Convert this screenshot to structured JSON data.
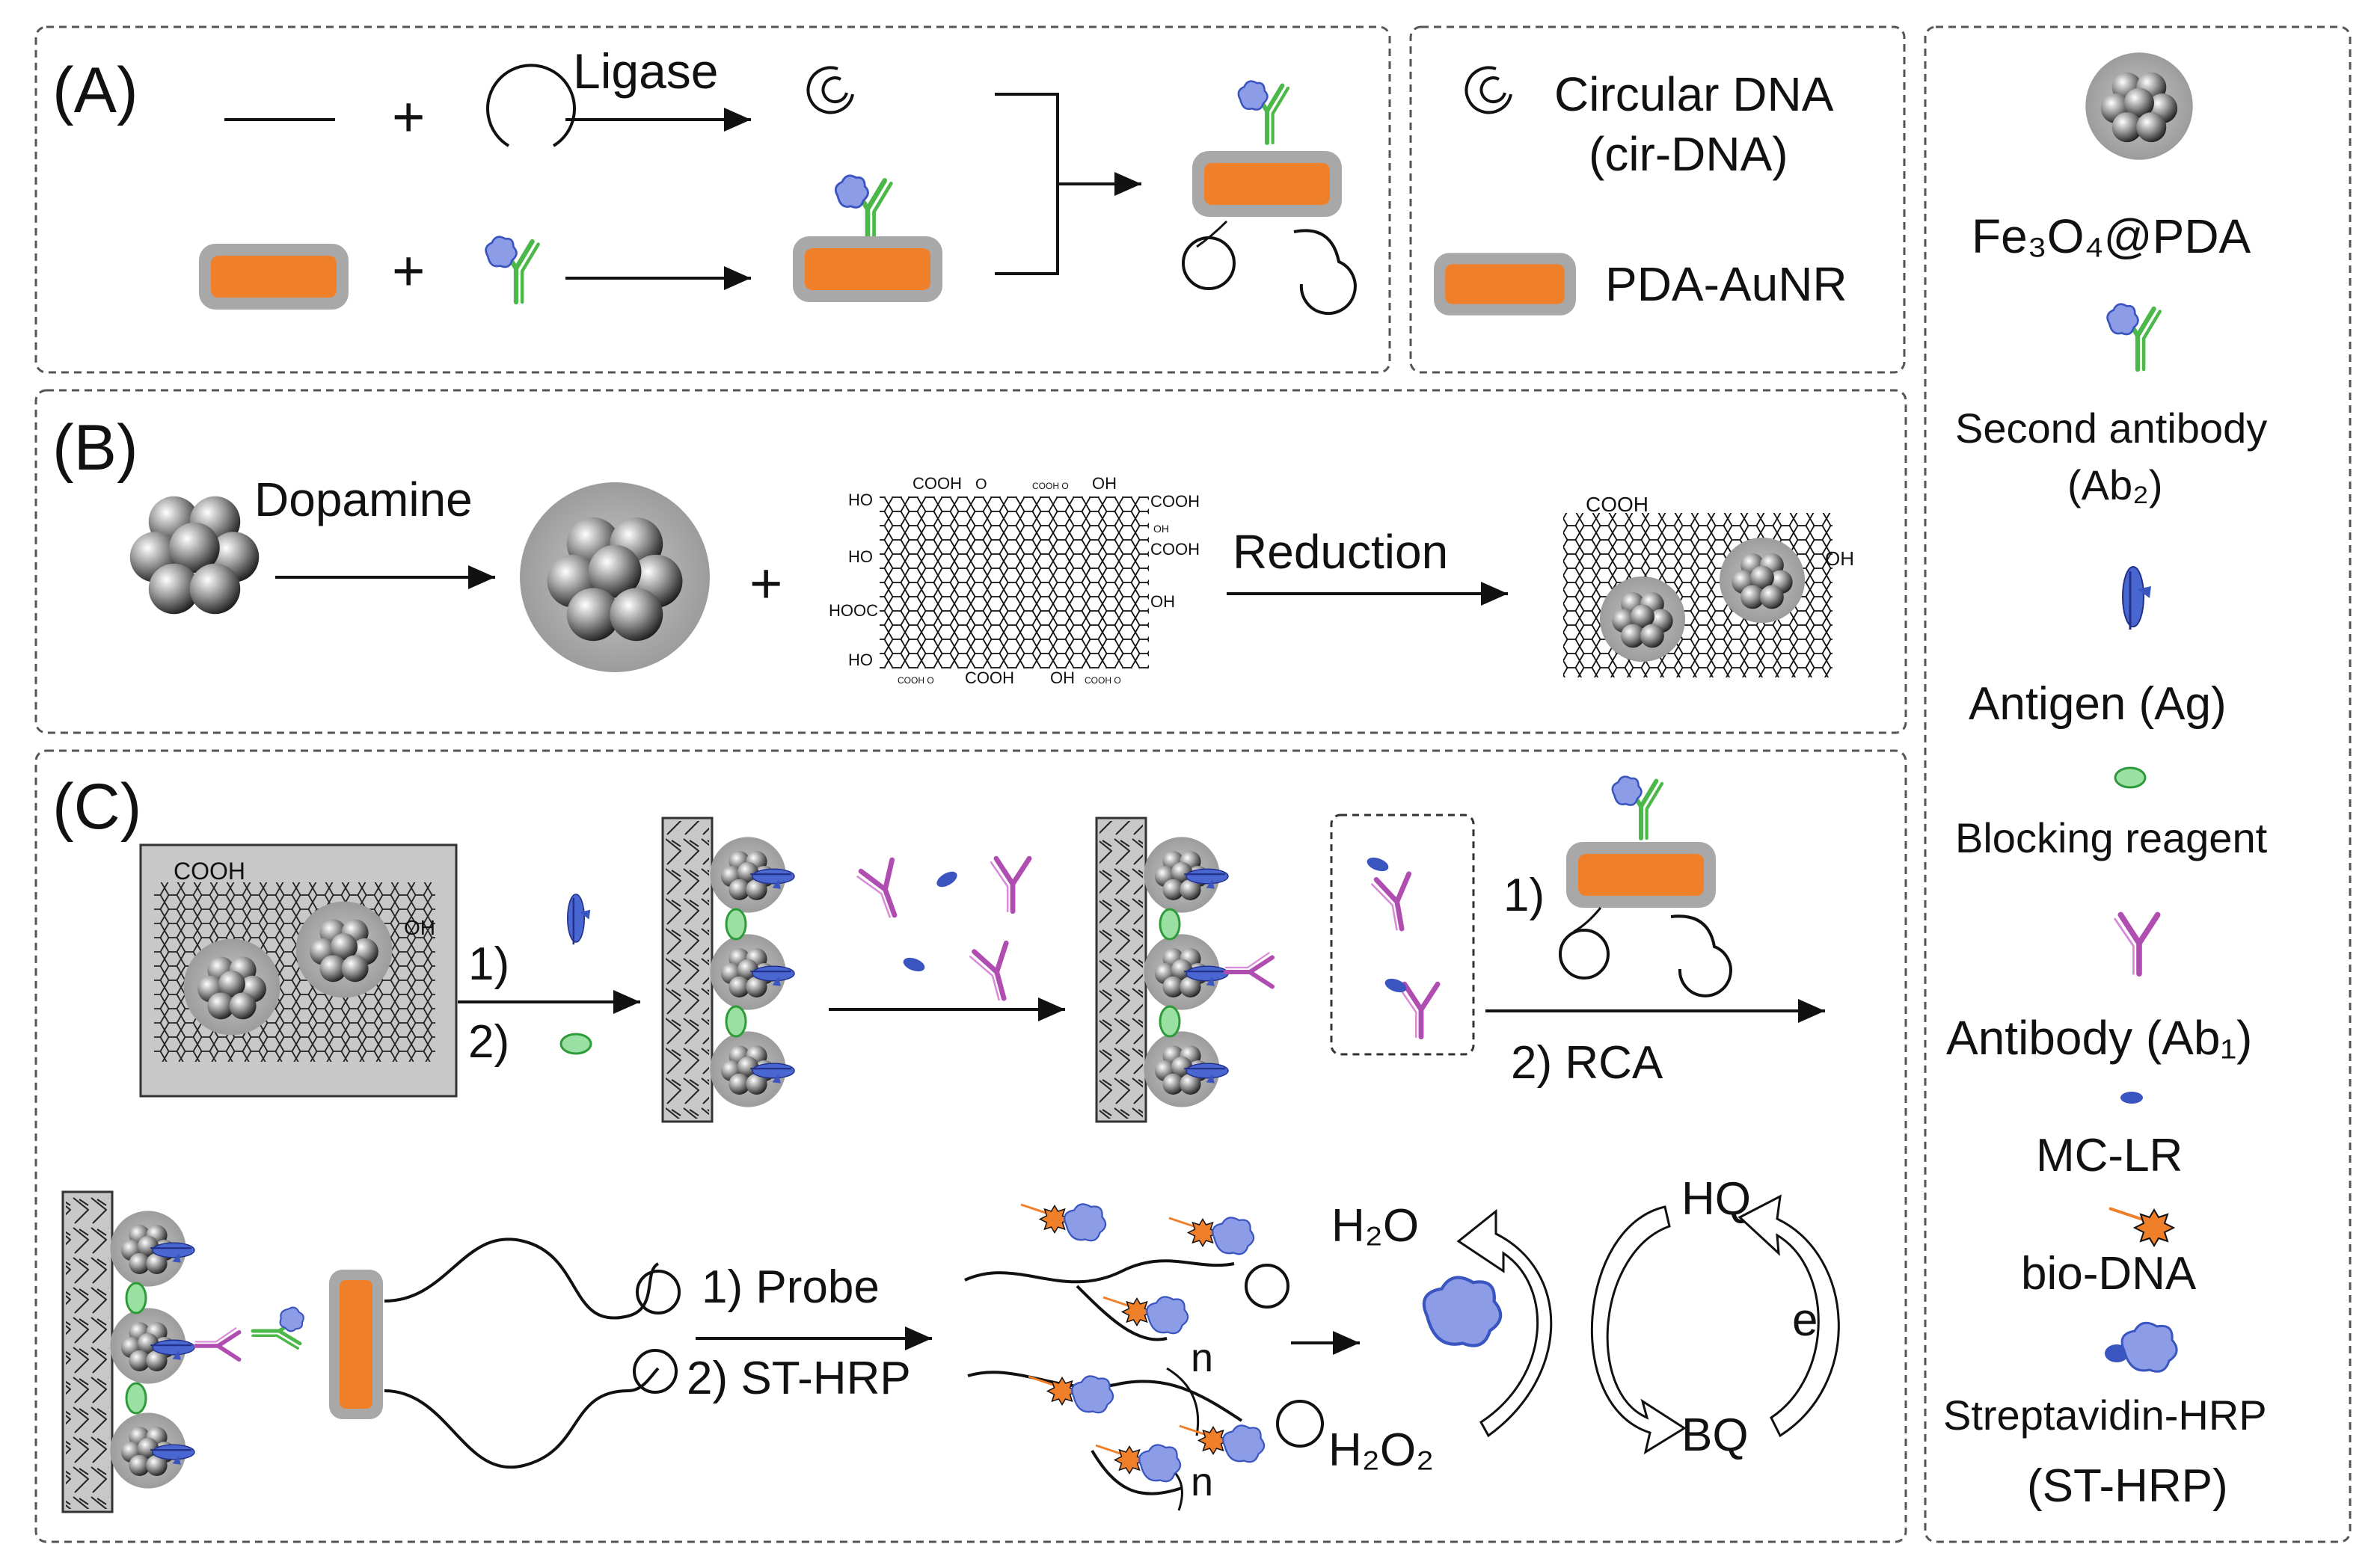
{
  "panels": {
    "a_label": "(A)",
    "b_label": "(B)",
    "c_label": "(C)"
  },
  "panel_a": {
    "plus1": "+",
    "plus2": "+",
    "ligase": "Ligase"
  },
  "legend_ab": {
    "circ_dna_1": "Circular DNA",
    "circ_dna_2": "(cir-DNA)",
    "pda_aunr": "PDA-AuNR"
  },
  "panel_b": {
    "dopamine": "Dopamine",
    "plus": "+",
    "reduction": "Reduction",
    "go_groups": {
      "cooh_top1": "COOH",
      "o_top1": "O",
      "cooh_top_small": "COOH O",
      "oh_top": "OH",
      "cooh_right1": "COOH",
      "oh_right_small": "OH",
      "cooh_right2": "COOH",
      "oh_right3": "OH",
      "ho_left1": "HO",
      "ho_left2": "HO",
      "hooc_left": "HOOC",
      "ho_left3": "HO",
      "cooh_bottom_small1": "COOH O",
      "cooh_bottom": "COOH",
      "oh_bottom": "OH",
      "cooh_bottom_small2": "COOH O"
    },
    "rgo_groups": {
      "cooh": "COOH",
      "oh": "OH"
    }
  },
  "panel_c": {
    "cooh": "COOH",
    "oh": "OH",
    "step1": "1)",
    "step2": "2)",
    "rca_step1": "1)",
    "rca_step2": "2) RCA",
    "probe": "1) Probe",
    "st_hrp": "2) ST-HRP",
    "n1": "n",
    "n2": "n",
    "h2o": "H₂O",
    "h2o2": "H₂O₂",
    "hq": "HQ",
    "bq": "BQ",
    "e": "e"
  },
  "legend_right": {
    "fe3o4": "Fe₃O₄@PDA",
    "ab2_1": "Second antibody",
    "ab2_2": "(Ab₂)",
    "antigen": "Antigen (Ag)",
    "blocking": "Blocking reagent",
    "ab1": "Antibody (Ab₁)",
    "mclr": "MC-LR",
    "biodna": "bio-DNA",
    "sthrp_1": "Streptavidin-HRP",
    "sthrp_2": "(ST-HRP)"
  },
  "colors": {
    "orange": "#F07F2A",
    "gray_shell": "#A8A8A8",
    "green": "#5CBF4E",
    "purple": "#B04DB0",
    "blue": "#3A55C0",
    "hrp": "#8C9CE6"
  }
}
